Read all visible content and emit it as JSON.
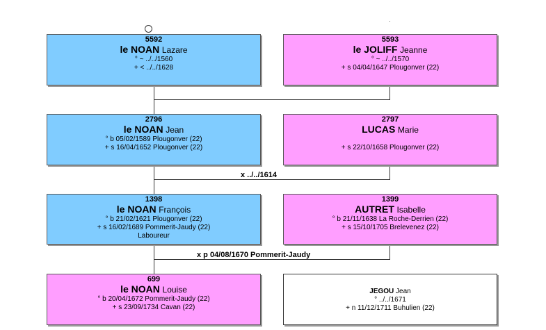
{
  "persons": {
    "p5592": {
      "num": "5592",
      "surname": "le NOAN",
      "given": "Lazare",
      "lines": [
        "° ~ ../../1560",
        "+ < ../../1628"
      ]
    },
    "p5593": {
      "num": "5593",
      "surname": "le JOLIFF",
      "given": "Jeanne",
      "lines": [
        "° ~ ../../1570",
        "+ s 04/04/1647 Plougonver (22)"
      ]
    },
    "p2796": {
      "num": "2796",
      "surname": "le NOAN",
      "given": "Jean",
      "lines": [
        "° b 05/02/1589 Plougonver (22)",
        "+ s 16/04/1652 Plougonver (22)"
      ]
    },
    "p2797": {
      "num": "2797",
      "surname": "LUCAS",
      "given": "Marie",
      "lines": [
        "",
        "+ s 22/10/1658 Plougonver (22)"
      ]
    },
    "p1398": {
      "num": "1398",
      "surname": "le NOAN",
      "given": "François",
      "lines": [
        "° b 21/02/1621 Plougonver (22)",
        "+ s 16/02/1689 Pommerit-Jaudy (22)",
        "Laboureur"
      ]
    },
    "p1399": {
      "num": "1399",
      "surname": "AUTRET",
      "given": "Isabelle",
      "lines": [
        "° b 21/11/1638 La Roche-Derrien (22)",
        "+ s 15/10/1705 Brelevenez (22)"
      ]
    },
    "p699": {
      "num": "699",
      "surname": "le NOAN",
      "given": "Louise",
      "lines": [
        "° b 20/04/1672 Pommerit-Jaudy (22)",
        "+ s 23/09/1734 Cavan (22)"
      ]
    },
    "spouse": {
      "surname": "JEGOU",
      "given": "Jean",
      "lines": [
        "° ../../1671",
        "+ n 11/12/1711 Buhulien (22)"
      ]
    }
  },
  "marriages": {
    "m2796": "x ../../1614",
    "m1398": "x p 04/08/1670 Pommerit-Jaudy"
  }
}
